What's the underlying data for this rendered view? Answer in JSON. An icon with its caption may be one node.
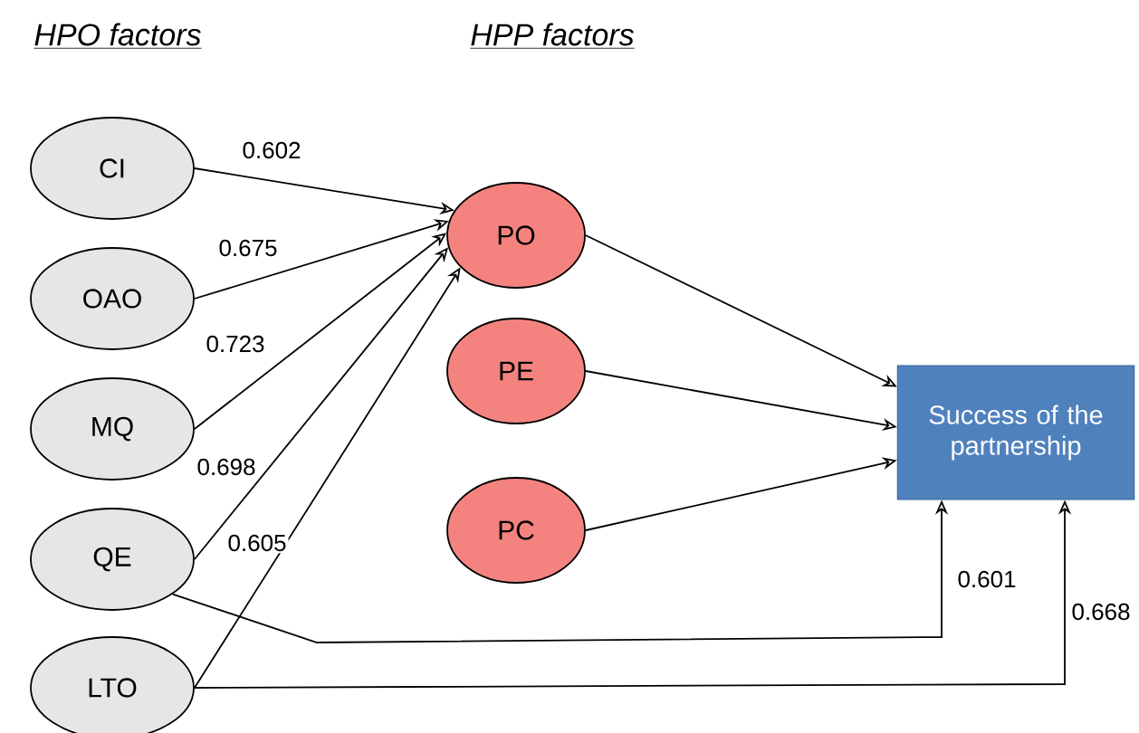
{
  "diagram": {
    "nodes": [
      {
        "text": [
          "CI"
        ]
      },
      {
        "text": [
          "OAO"
        ]
      },
      {
        "text": [
          "MQ"
        ]
      },
      {
        "text": [
          "QE"
        ]
      },
      {
        "text": [
          "LTO"
        ]
      },
      {
        "text": [
          "PO"
        ]
      },
      {
        "text": [
          "PE"
        ]
      },
      {
        "text": [
          "PC"
        ]
      },
      {
        "text": [
          "Success of the partnership"
        ]
      }
    ],
    "edges": [
      {
        "from": 0,
        "to": 5,
        "arrow": "to",
        "label": "0.602"
      },
      {
        "from": 1,
        "to": 5,
        "arrow": "to",
        "label": "0.675"
      },
      {
        "from": 2,
        "to": 5,
        "arrow": "to",
        "label": "0.723"
      },
      {
        "from": 3,
        "to": 5,
        "arrow": "to",
        "label": "0.698"
      },
      {
        "from": 4,
        "to": 5,
        "arrow": "to",
        "label": "0.605"
      },
      {
        "from": 5,
        "to": 8,
        "arrow": "to"
      },
      {
        "from": 6,
        "to": 8,
        "arrow": "to"
      },
      {
        "from": 7,
        "to": 8,
        "arrow": "to"
      },
      {
        "from": 3,
        "to": 8,
        "arrow": "to",
        "label": "0.601"
      },
      {
        "from": 4,
        "to": 8,
        "arrow": "to",
        "label": "0.668"
      }
    ],
    "labels": [
      "HPO factors",
      "HPP factors"
    ]
  }
}
